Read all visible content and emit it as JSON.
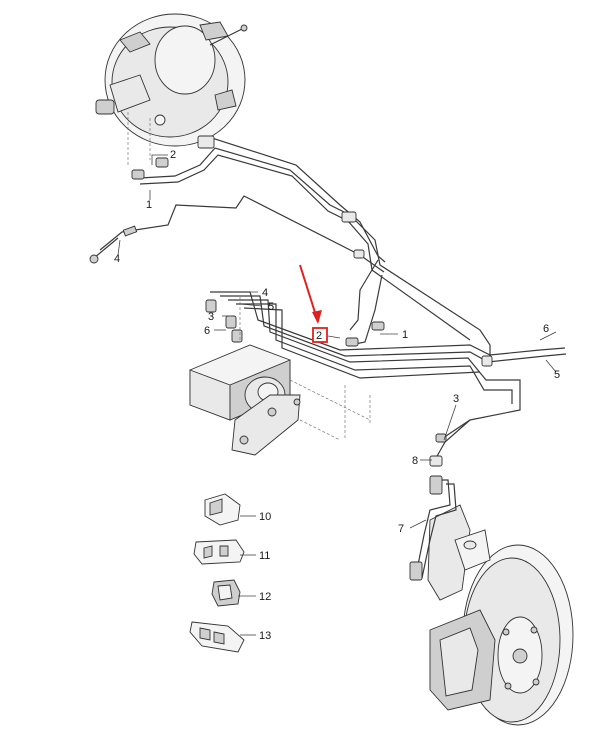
{
  "callouts": {
    "c1a": "1",
    "c1b": "1",
    "c2a": "2",
    "c2b": "2",
    "c3a": "3",
    "c3b": "3",
    "c4a": "4",
    "c4b": "4",
    "c5a": "5",
    "c5b": "5",
    "c6a": "6",
    "c6b": "6",
    "c7": "7",
    "c8": "8",
    "c10": "10",
    "c11": "11",
    "c12": "12",
    "c13": "13"
  },
  "highlight": {
    "color": "#e02020"
  }
}
